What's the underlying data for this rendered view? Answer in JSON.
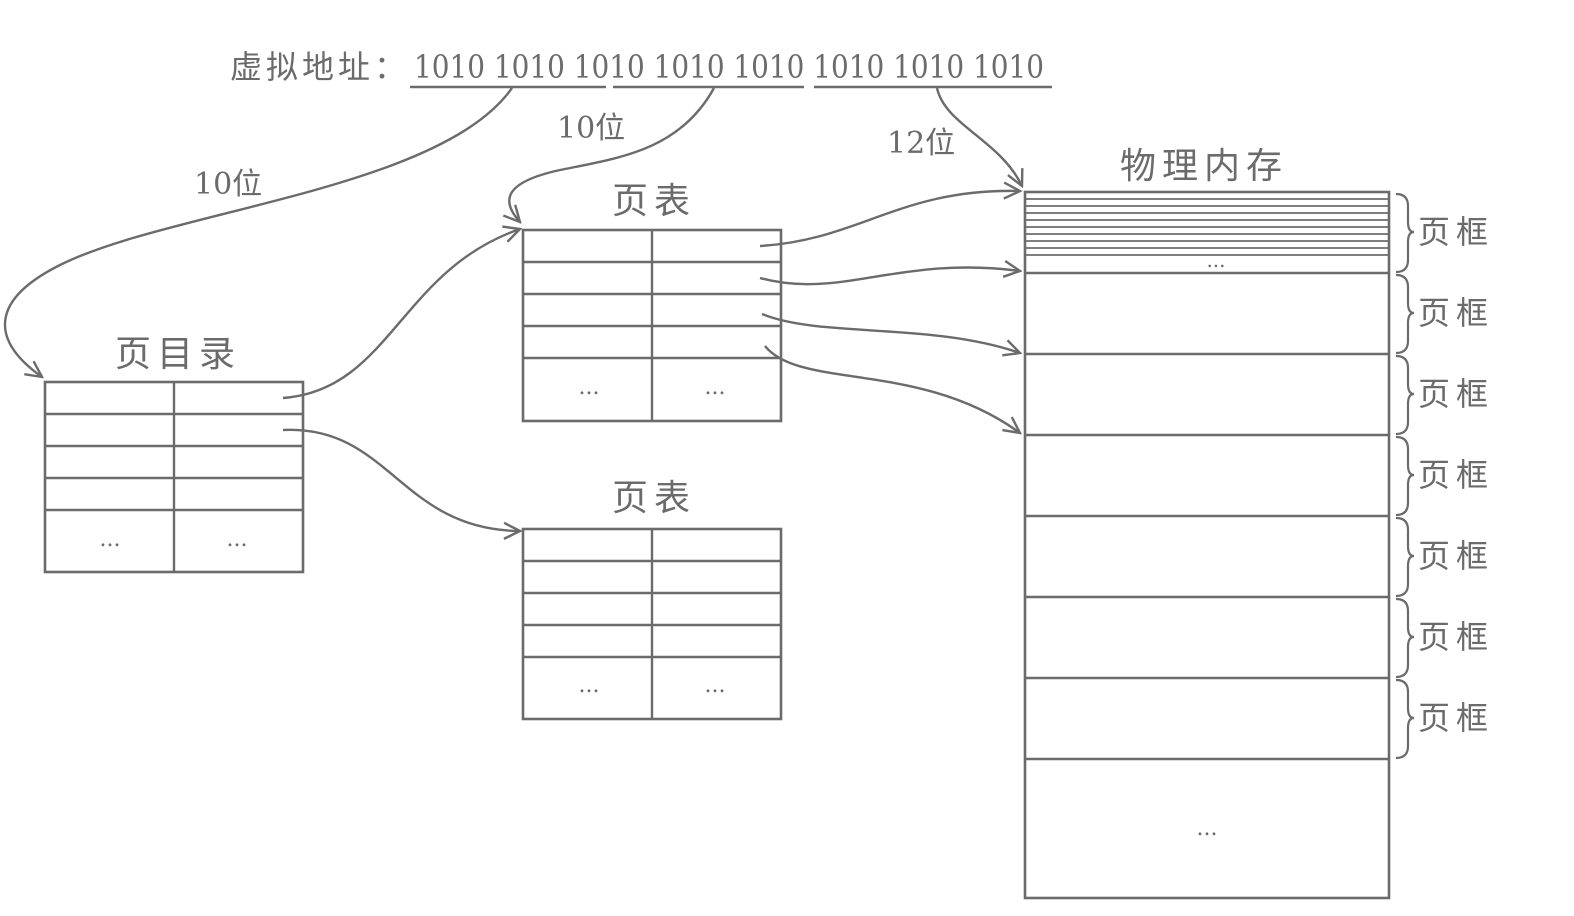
{
  "address": {
    "label": "虚拟地址：",
    "bits": "1010 1010 1010 1010 1010 1010 1010 1010"
  },
  "bit_labels": {
    "directory": "10位",
    "table": "10位",
    "offset": "12位"
  },
  "page_directory": {
    "title": "页目录",
    "ellipsis_left": "...",
    "ellipsis_right": "..."
  },
  "page_table_top": {
    "title": "页表",
    "ellipsis_left": "...",
    "ellipsis_right": "..."
  },
  "page_table_bottom": {
    "title": "页表",
    "ellipsis_left": "...",
    "ellipsis_right": "..."
  },
  "physical_memory": {
    "title": "物理内存",
    "top_ellipsis": "...",
    "bottom_ellipsis": "...",
    "frame_labels": [
      "页框",
      "页框",
      "页框",
      "页框",
      "页框",
      "页框",
      "页框"
    ]
  }
}
